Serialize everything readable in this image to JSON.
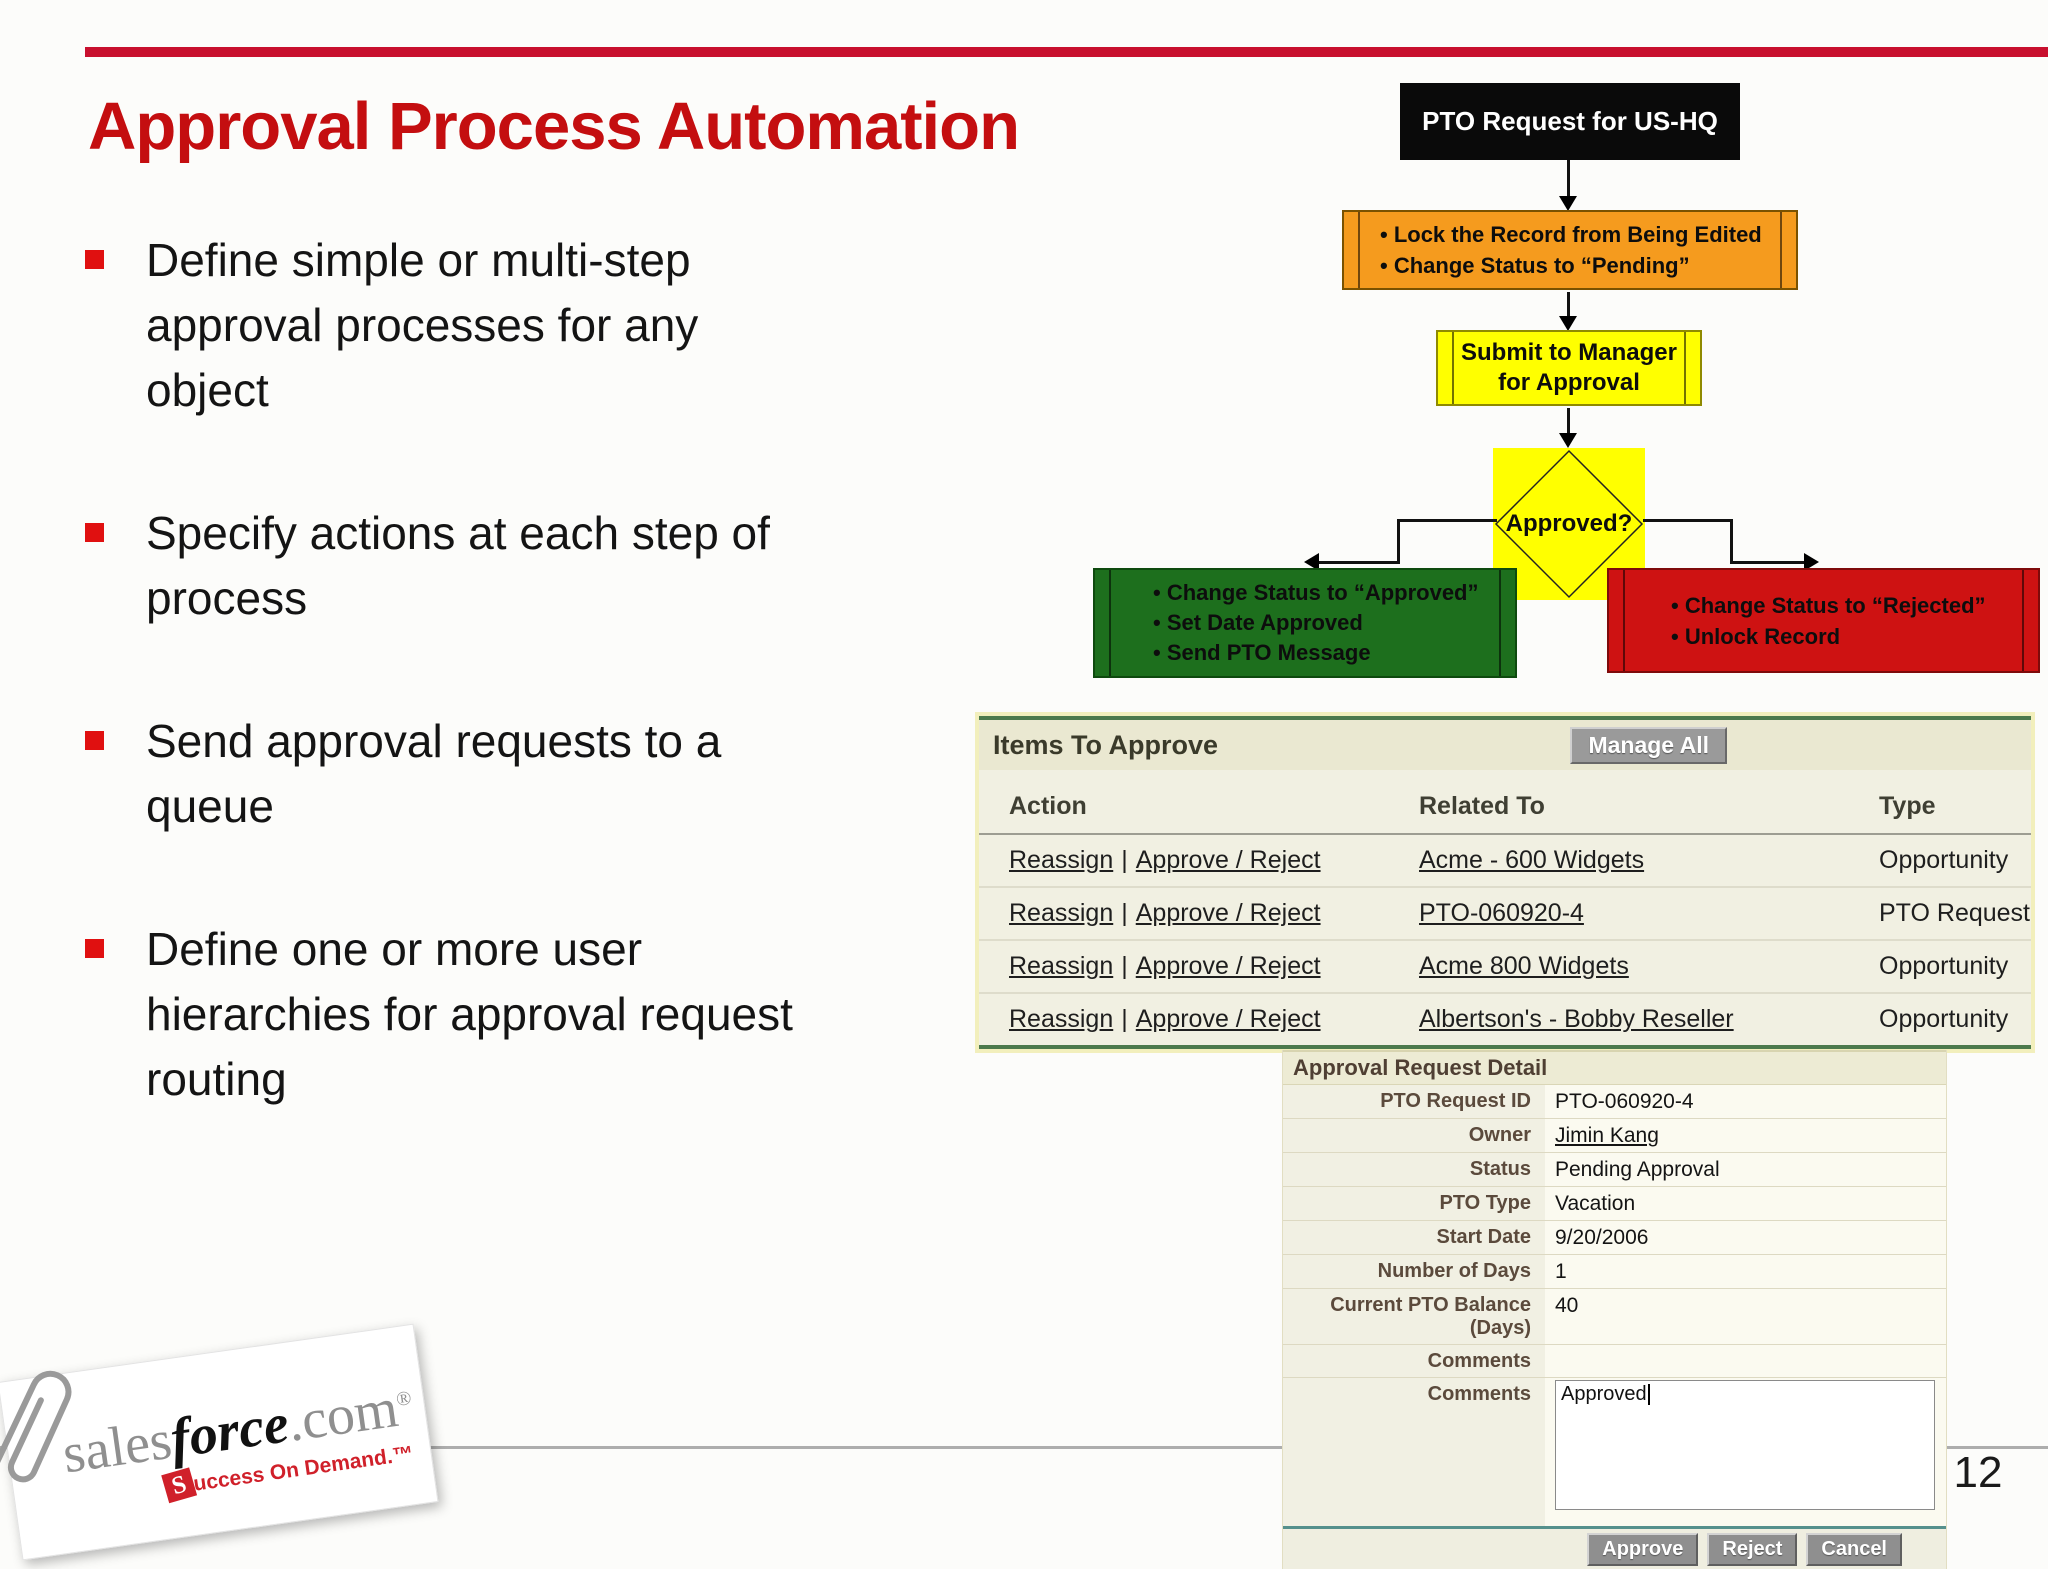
{
  "slide": {
    "title": "Approval Process Automation",
    "bullets": [
      "Define simple or multi-step approval processes for any object",
      "Specify actions at each step of process",
      "Send approval requests to a queue",
      "Define one or more user hierarchies for approval request routing"
    ],
    "page_number": "12"
  },
  "colors": {
    "title_red": "#C40E10",
    "rule_red": "#C8102E",
    "flow_orange": "#F59B1E",
    "flow_yellow": "#FFFF00",
    "flow_green": "#1D6F1D",
    "flow_red": "#CE1212",
    "flow_black": "#0A0A0A",
    "table_border_yellow": "#F2EFBC",
    "teal_divider": "#55908C",
    "logo_red": "#D0202A"
  },
  "flowchart": {
    "start_label": "PTO Request for US-HQ",
    "lock_box": {
      "lines": [
        "• Lock the Record from Being Edited",
        "• Change Status to “Pending”"
      ]
    },
    "submit_box": {
      "lines": [
        "Submit to Manager",
        "for Approval"
      ]
    },
    "decision_label": "Approved?",
    "approved_box": {
      "lines": [
        "• Change Status to “Approved”",
        "• Set Date Approved",
        "• Send PTO Message"
      ]
    },
    "rejected_box": {
      "lines": [
        "• Change Status to “Rejected”",
        "• Unlock Record"
      ]
    }
  },
  "items_table": {
    "title": "Items To Approve",
    "manage_all_label": "Manage All",
    "columns": [
      "Action",
      "Related To",
      "Type"
    ],
    "action_links": {
      "reassign": "Reassign",
      "separator": "|",
      "approve_reject": "Approve / Reject"
    },
    "rows": [
      {
        "related_to": "Acme - 600 Widgets",
        "type": "Opportunity"
      },
      {
        "related_to": "PTO-060920-4",
        "type": "PTO Request"
      },
      {
        "related_to": "Acme 800 Widgets",
        "type": "Opportunity"
      },
      {
        "related_to": "Albertson's - Bobby Reseller",
        "type": "Opportunity"
      }
    ]
  },
  "detail_panel": {
    "title": "Approval Request Detail",
    "fields": [
      {
        "label": "PTO Request ID",
        "value": "PTO-060920-4"
      },
      {
        "label": "Owner",
        "value": "Jimin Kang"
      },
      {
        "label": "Status",
        "value": "Pending Approval"
      },
      {
        "label": "PTO Type",
        "value": "Vacation"
      },
      {
        "label": "Start Date",
        "value": "9/20/2006"
      },
      {
        "label": "Number of Days",
        "value": "1"
      },
      {
        "label": "Current PTO Balance (Days)",
        "value": "40"
      },
      {
        "label": "Comments",
        "value": ""
      }
    ],
    "comments_label": "Comments",
    "comments_value": "Approved",
    "buttons": [
      "Approve",
      "Reject",
      "Cancel"
    ]
  },
  "logo": {
    "sales": "sales",
    "force": "force",
    "com": ".com",
    "reg": "®",
    "tagline_s": "S",
    "tagline_rest": "uccess On Demand.™"
  }
}
